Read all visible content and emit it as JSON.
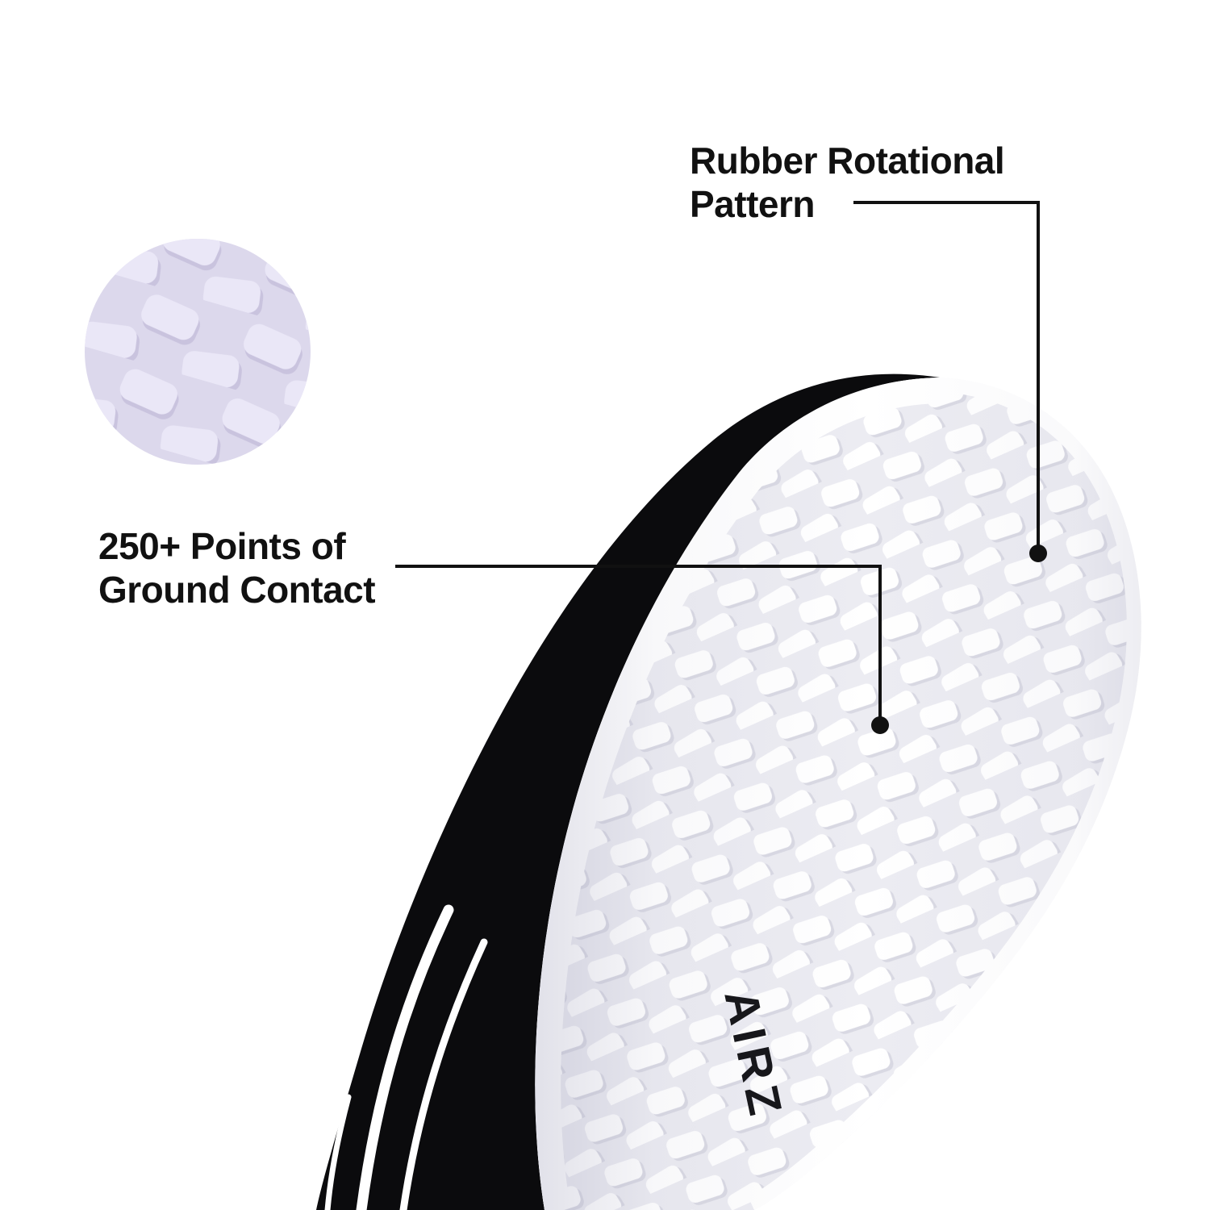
{
  "callouts": {
    "rotational": {
      "line1": "Rubber Rotational",
      "line2": "Pattern"
    },
    "ground_contact": {
      "line1": "250+ Points of",
      "line2": "Ground Contact"
    }
  },
  "product": {
    "sole_text": "AIRZ"
  },
  "colors": {
    "background": "#ffffff",
    "text": "#111111",
    "line": "#111111",
    "sole_base": "#ececf2",
    "stud_fill": "#ffffff",
    "stud_shadow": "#d9d9e3",
    "upper": "#0b0b0d",
    "stripe": "#ffffff",
    "detail_bg": "#dcd8ec",
    "detail_stud": "#eae7f7",
    "detail_stud_shadow": "#c9c3de",
    "sole_text_color": "#17171b"
  }
}
